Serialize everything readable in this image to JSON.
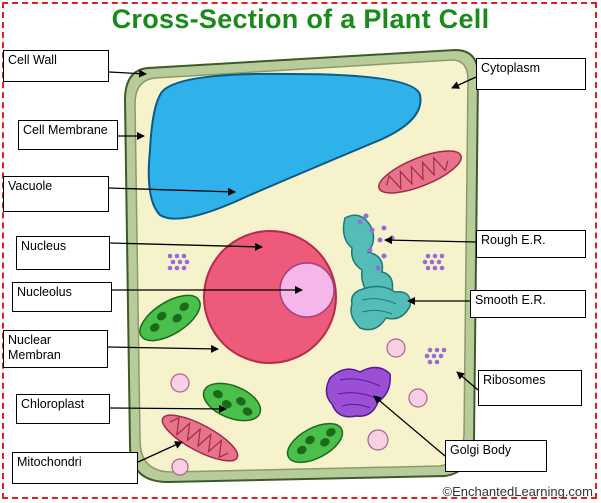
{
  "title": "Cross-Section of a Plant Cell",
  "credit": "©EnchantedLearning.com",
  "labels": {
    "cell_wall": "Cell Wall",
    "cell_membrane": "Cell Membrane",
    "vacuole": "Vacuole",
    "nucleus": "Nucleus",
    "nucleolus": "Nucleolus",
    "nuclear_membrane": "Nuclear\nMembran",
    "chloroplast": "Chloroplast",
    "mitochondria": "Mitochondri",
    "cytoplasm": "Cytoplasm",
    "rough_er": "Rough E.R.",
    "smooth_er": "Smooth E.R.",
    "ribosomes": "Ribosomes",
    "golgi_body": "Golgi Body"
  },
  "colors": {
    "title": "#1a8a1a",
    "border": "#e02020",
    "cell_wall": "#b8cc9a",
    "cytoplasm": "#f5f2cc",
    "vacuole": "#2fb1ea",
    "nucleus": "#ee5a79",
    "nucleolus": "#f5b6ea",
    "chloroplast": "#4bbf4b",
    "mitochondria": "#e8748c",
    "er": "#55bdb8",
    "ribosome": "#9a6ad6",
    "golgi": "#9b4fd6",
    "vesicle": "#f8cfe3"
  }
}
